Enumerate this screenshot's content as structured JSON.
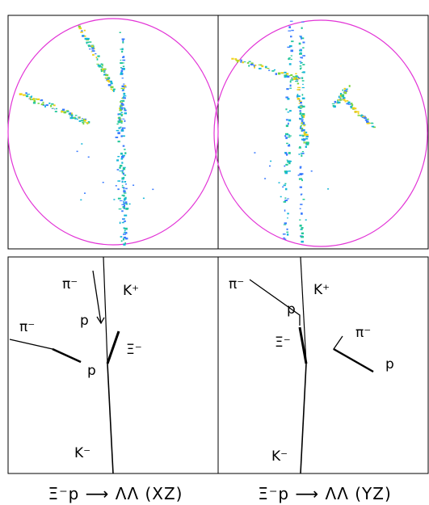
{
  "colors": {
    "frame": "#000000",
    "fiducial_circle": "#e233d6",
    "hit_palette": [
      "#3a7bff",
      "#14b6d8",
      "#25c79a",
      "#7ad43c",
      "#f0d21a"
    ]
  },
  "top_panels": [
    {
      "id": "xz-image",
      "view": "XZ"
    },
    {
      "id": "yz-image",
      "view": "YZ"
    }
  ],
  "schematic": {
    "xz": {
      "labels": {
        "pi_upper": "π⁻",
        "p_upper": "p",
        "k_plus": "K⁺",
        "pi_left": "π⁻",
        "xi": "Ξ⁻",
        "p_lower": "p",
        "k_minus": "K⁻"
      }
    },
    "yz": {
      "labels": {
        "pi_upper": "π⁻",
        "p_upper": "p",
        "k_plus": "K⁺",
        "xi": "Ξ⁻",
        "pi_right": "π⁻",
        "p_right": "p",
        "k_minus": "K⁻"
      }
    }
  },
  "captions": {
    "xz": "Ξ⁻p ⟶ ΛΛ (XZ)",
    "yz": "Ξ⁻p ⟶ ΛΛ (YZ)"
  }
}
